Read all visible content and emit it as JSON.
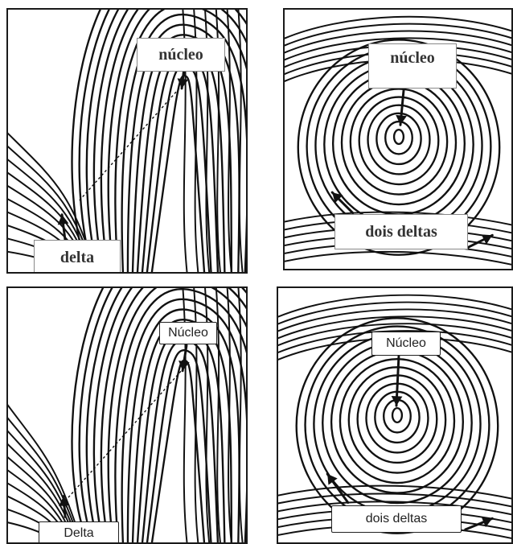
{
  "panels": [
    {
      "id": "top-left",
      "labels": {
        "core": "núcleo",
        "delta": "delta"
      }
    },
    {
      "id": "top-right",
      "labels": {
        "core": "núcleo",
        "deltas": "dois deltas"
      }
    },
    {
      "id": "bottom-left",
      "labels": {
        "core": "Núcleo",
        "delta": "Delta"
      }
    },
    {
      "id": "bottom-right",
      "labels": {
        "core": "Núcleo",
        "deltas": "dois deltas"
      }
    }
  ],
  "colors": {
    "ridge": "#111111",
    "background": "#ffffff",
    "border": "#1a1a1a"
  }
}
